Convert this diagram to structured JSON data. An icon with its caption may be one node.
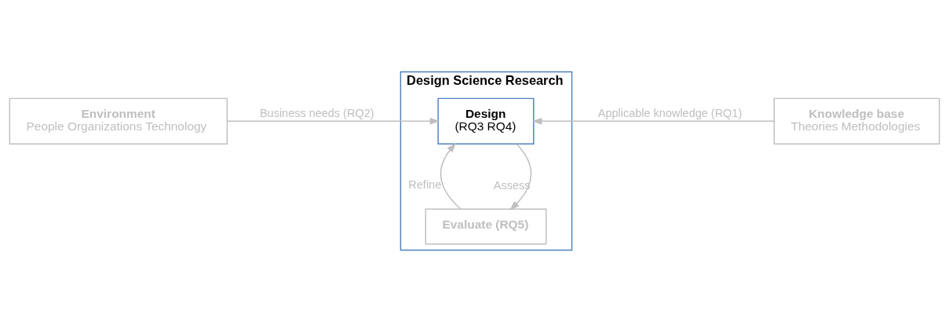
{
  "diagram": {
    "nodes": [
      {
        "text": [
          "Environment",
          "People Organizations Technology"
        ]
      },
      {
        "text": [
          "Design Science Research"
        ]
      },
      {
        "text": [
          "Design",
          "(RQ3 RQ4)"
        ],
        "in": 1
      },
      {
        "text": [
          "Evaluate (RQ5)"
        ],
        "in": 1
      },
      {
        "text": [
          "Knowledge base",
          "Theories Methodologies"
        ]
      }
    ],
    "edges": [
      {
        "from": 0,
        "to": 2,
        "arrow": "to",
        "label": "Business needs (RQ2)"
      },
      {
        "from": 4,
        "to": 2,
        "arrow": "to",
        "label": "Applicable knowledge (RQ1)"
      },
      {
        "from": 2,
        "to": 3,
        "arrow": "to",
        "label": "Assess"
      },
      {
        "from": 3,
        "to": 2,
        "arrow": "to",
        "label": "Refine"
      }
    ]
  }
}
